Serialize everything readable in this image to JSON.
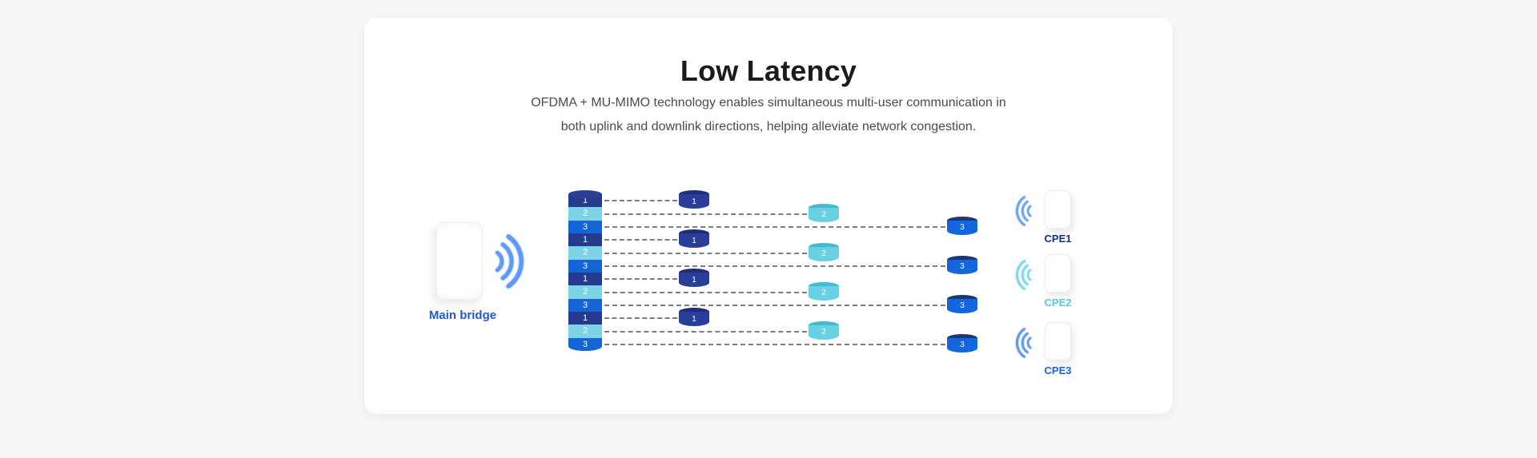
{
  "page": {
    "background": "#f7f7f8",
    "card_background": "#ffffff"
  },
  "header": {
    "title": "Low Latency",
    "subtitle_line1": "OFDMA + MU-MIMO technology enables simultaneous multi-user communication in",
    "subtitle_line2": "both uplink and downlink directions, helping alleviate network congestion."
  },
  "diagram": {
    "main_bridge": {
      "label": "Main bridge",
      "label_color": "#2158e0",
      "wave_color": "#4f8ef2"
    },
    "stack_segments": [
      "1",
      "2",
      "3",
      "1",
      "2",
      "3",
      "1",
      "2",
      "3",
      "1",
      "2",
      "3"
    ],
    "groups": [
      {
        "pucks": [
          "1",
          "2",
          "3"
        ]
      },
      {
        "pucks": [
          "1",
          "2",
          "3"
        ]
      },
      {
        "pucks": [
          "1",
          "2",
          "3"
        ]
      },
      {
        "pucks": [
          "1",
          "2",
          "3"
        ]
      }
    ],
    "cpes": [
      {
        "label": "CPE1",
        "label_color": "#1b2d8c",
        "wave_color": "#5f9af3"
      },
      {
        "label": "CPE2",
        "label_color": "#5ac8df",
        "wave_color": "#6dd6e9"
      },
      {
        "label": "CPE3",
        "label_color": "#1a63e8",
        "wave_color": "#4f8ef2"
      }
    ],
    "colors": {
      "slot1_body": "#2a3d99",
      "slot1_cap": "#1f2d7c",
      "slot1_stack": "#243a8e",
      "slot2_body": "#68d1e4",
      "slot2_cap": "#41bad2",
      "slot2_stack": "#7cd4e6",
      "slot3_body": "#1366de",
      "slot3_cap": "#1d3674",
      "slot3_stack": "#1465d8",
      "stack_cap": "#2b3f94",
      "dashed_line": "#7d7d7d"
    }
  }
}
